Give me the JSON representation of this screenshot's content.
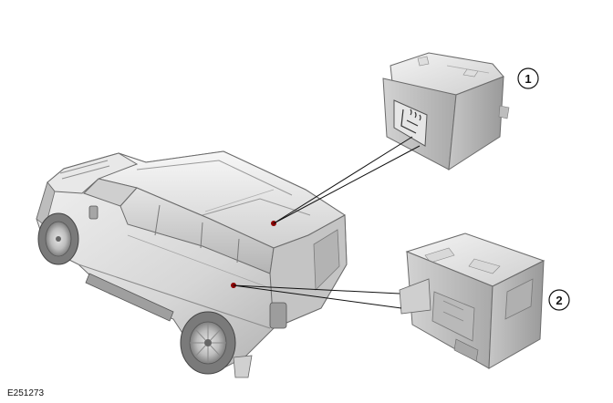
{
  "figure_id": "E251273",
  "callouts": [
    {
      "number": "1"
    },
    {
      "number": "2"
    }
  ],
  "colors": {
    "body_fill": "#d9d9d9",
    "body_light": "#eeeeee",
    "body_dark": "#9e9e9e",
    "outline": "#6b6b6b",
    "leader_line": "#111111",
    "marker": "#8b0000"
  }
}
